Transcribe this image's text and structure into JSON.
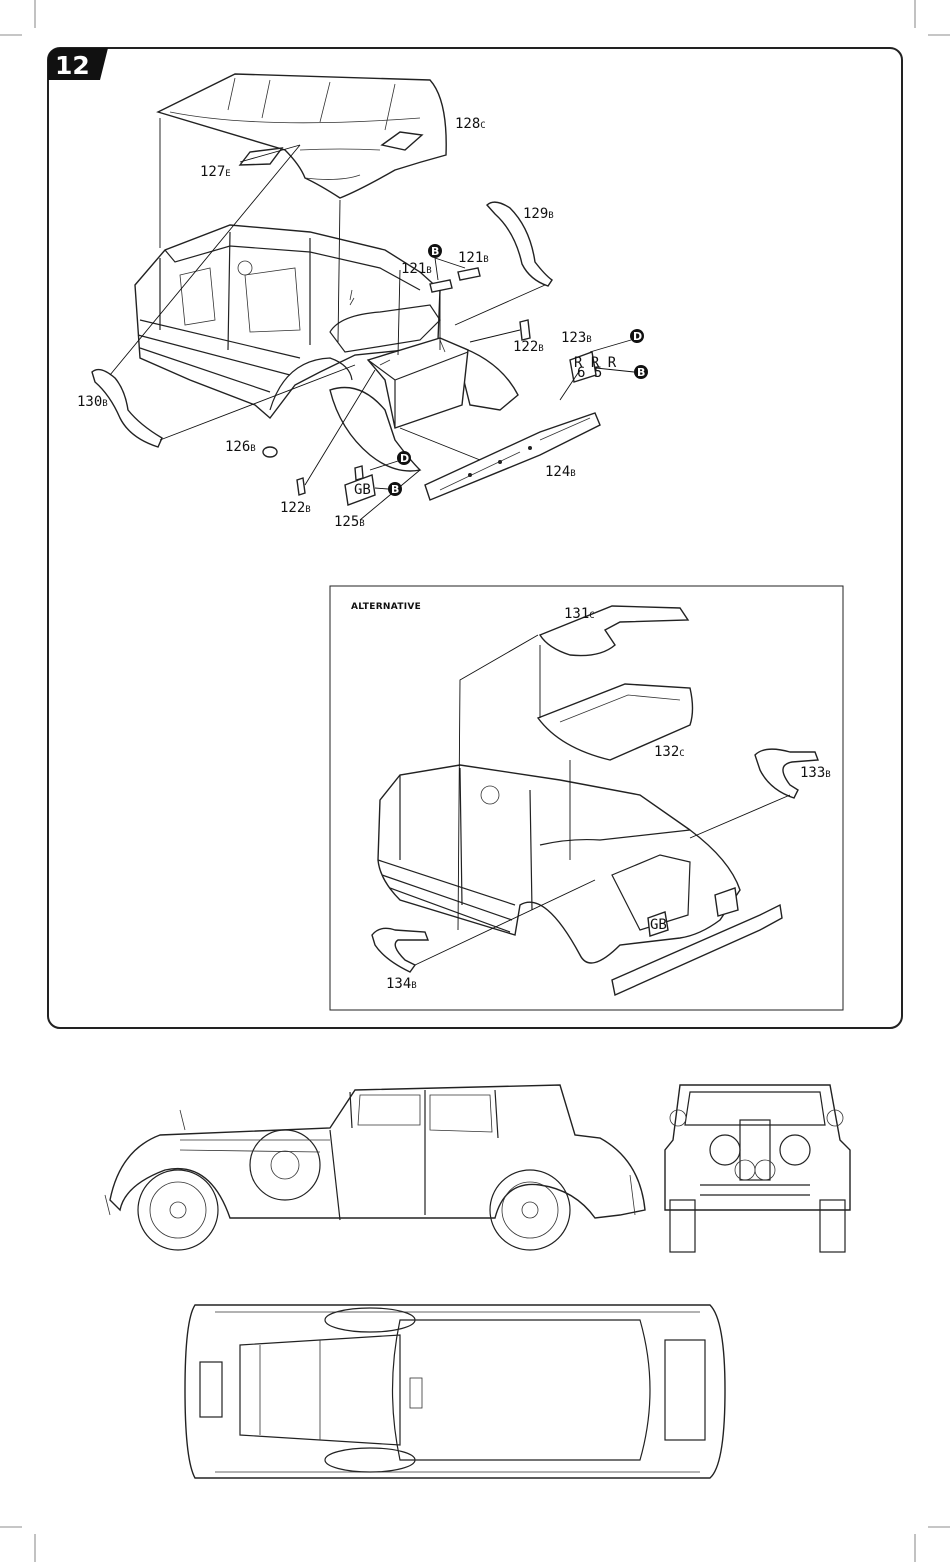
{
  "step": {
    "number": "12"
  },
  "parts": [
    {
      "id": "128c",
      "num": "128",
      "sfx": "C"
    },
    {
      "id": "127e",
      "num": "127",
      "sfx": "E"
    },
    {
      "id": "129b",
      "num": "129",
      "sfx": "B"
    },
    {
      "id": "121b_a",
      "num": "121",
      "sfx": "B"
    },
    {
      "id": "121b_b",
      "num": "121",
      "sfx": "B"
    },
    {
      "id": "122b_a",
      "num": "122",
      "sfx": "B"
    },
    {
      "id": "123b",
      "num": "123",
      "sfx": "B"
    },
    {
      "id": "130b",
      "num": "130",
      "sfx": "B"
    },
    {
      "id": "126b",
      "num": "126",
      "sfx": "B"
    },
    {
      "id": "124b",
      "num": "124",
      "sfx": "B"
    },
    {
      "id": "122b_b",
      "num": "122",
      "sfx": "B"
    },
    {
      "id": "125b",
      "num": "125",
      "sfx": "B"
    }
  ],
  "markers": [
    {
      "id": "m1",
      "letter": "B"
    },
    {
      "id": "m2",
      "letter": "D"
    },
    {
      "id": "m3",
      "letter": "B"
    },
    {
      "id": "m4",
      "letter": "D"
    },
    {
      "id": "m5",
      "letter": "B"
    }
  ],
  "alternative": {
    "title": "Alternative",
    "parts": [
      {
        "id": "131c",
        "num": "131",
        "sfx": "C"
      },
      {
        "id": "132c",
        "num": "132",
        "sfx": "C"
      },
      {
        "id": "133b",
        "num": "133",
        "sfx": "B"
      },
      {
        "id": "134b",
        "num": "134",
        "sfx": "B"
      }
    ]
  },
  "plates": {
    "rear": "GB",
    "plate_line1": "R R R",
    "plate_line2": "6 5"
  }
}
